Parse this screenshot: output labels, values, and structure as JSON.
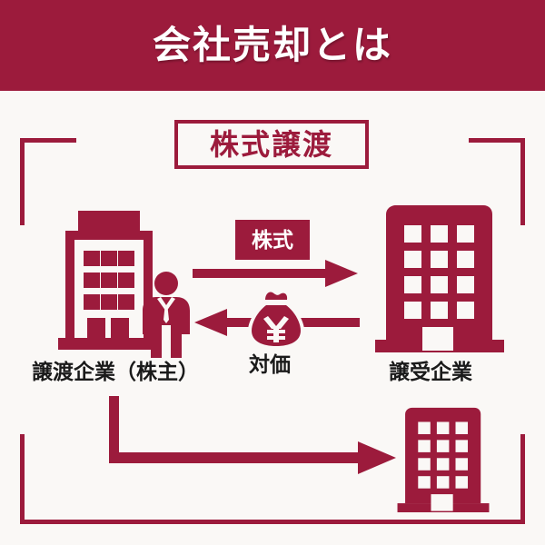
{
  "banner": {
    "title": "会社売却とは",
    "background_color": "#9c1b3c",
    "text_color": "#ffffff"
  },
  "subtitle": {
    "text": "株式譲渡",
    "border_color": "#9c1b3c",
    "text_color": "#9c1b3c"
  },
  "diagram": {
    "accent_color": "#9c1b3c",
    "background_color": "#faf8f6",
    "flow_badge": {
      "text": "株式",
      "background_color": "#9c1b3c",
      "text_color": "#ffffff"
    },
    "payment": {
      "label": "対価",
      "currency_symbol": "¥",
      "icon": "money-bag-icon"
    },
    "entities": [
      {
        "id": "seller",
        "label": "譲渡企業（株主）",
        "icon": "office-building-outline-icon",
        "person_icon": "businessman-icon"
      },
      {
        "id": "buyer",
        "label": "譲受企業",
        "icon": "office-building-solid-icon"
      },
      {
        "id": "transferred",
        "label": "",
        "icon": "office-building-solid-small-icon"
      }
    ],
    "arrows": [
      {
        "id": "shares-arrow",
        "direction": "right",
        "label": "株式"
      },
      {
        "id": "consideration-arrow",
        "direction": "left",
        "label": "対価"
      },
      {
        "id": "transfer-arrow",
        "direction": "elbow-down-right",
        "label": ""
      }
    ]
  }
}
